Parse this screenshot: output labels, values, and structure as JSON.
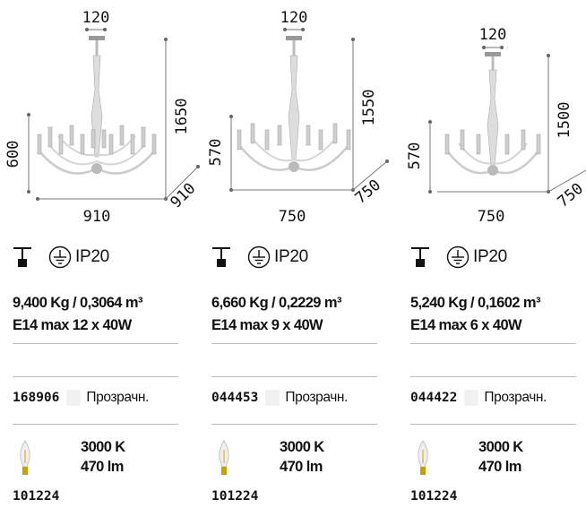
{
  "products": [
    {
      "dims": {
        "top": "120",
        "height": "1650",
        "side": "600",
        "width": "910",
        "depth": "910"
      },
      "ip": "IP20",
      "weight": "9,400 Kg / 0,3064 m³",
      "lamp": "E14 max 12 x 40W",
      "code": "168906",
      "finish": "Прозрачн.",
      "cct": "3000 K",
      "lumen": "470 lm",
      "bulb_code": "101224"
    },
    {
      "dims": {
        "top": "120",
        "height": "1550",
        "side": "570",
        "width": "750",
        "depth": "750"
      },
      "ip": "IP20",
      "weight": "6,660 Kg / 0,2229 m³",
      "lamp": "E14 max 9 x 40W",
      "code": "044453",
      "finish": "Прозрачн.",
      "cct": "3000 K",
      "lumen": "470 lm",
      "bulb_code": "101224"
    },
    {
      "dims": {
        "top": "120",
        "height": "1500",
        "side": "570",
        "width": "750",
        "depth": "750"
      },
      "ip": "IP20",
      "weight": "5,240 Kg / 0,1602 m³",
      "lamp": "E14 max 6 x 40W",
      "code": "044422",
      "finish": "Прозрачн.",
      "cct": "3000 K",
      "lumen": "470 lm",
      "bulb_code": "101224"
    }
  ]
}
